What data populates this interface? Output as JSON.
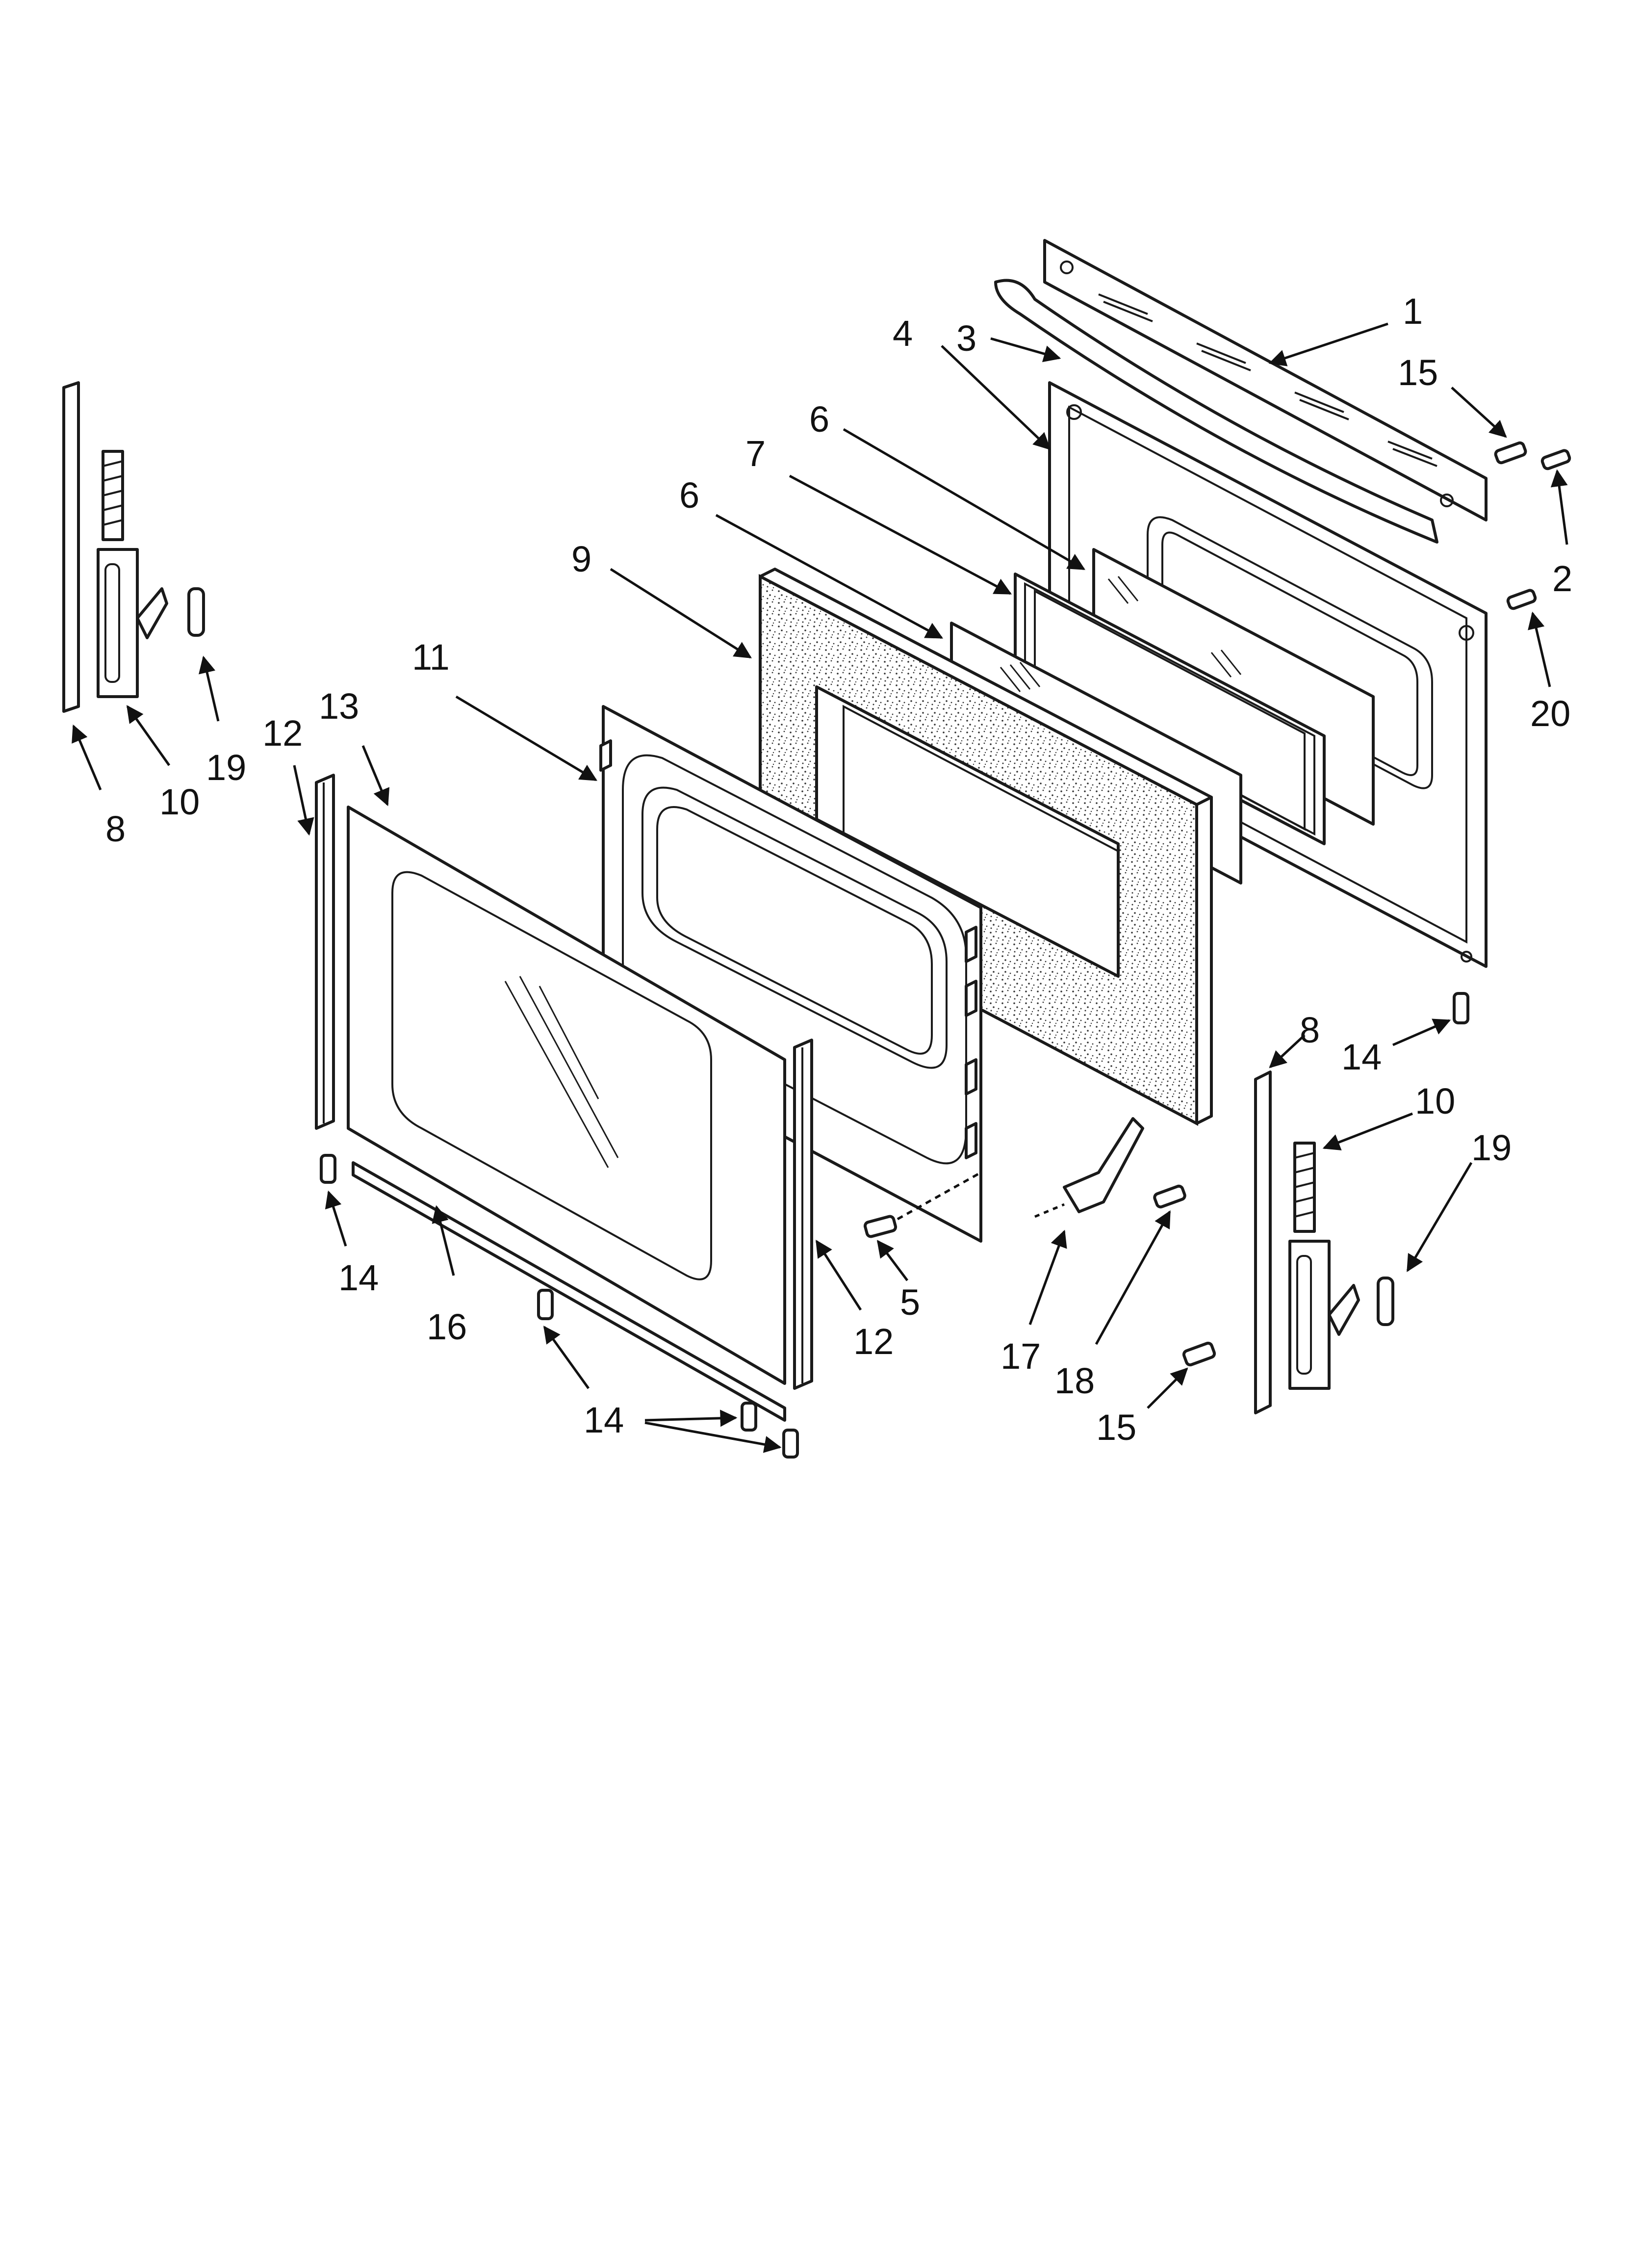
{
  "diagram": {
    "callouts": [
      {
        "id": "c1",
        "text": "1"
      },
      {
        "id": "c3",
        "text": "3"
      },
      {
        "id": "c15a",
        "text": "15"
      },
      {
        "id": "c4",
        "text": "4"
      },
      {
        "id": "c6a",
        "text": "6"
      },
      {
        "id": "c7",
        "text": "7"
      },
      {
        "id": "c6b",
        "text": "6"
      },
      {
        "id": "c2",
        "text": "2"
      },
      {
        "id": "c9",
        "text": "9"
      },
      {
        "id": "c20",
        "text": "20"
      },
      {
        "id": "c11",
        "text": "11"
      },
      {
        "id": "c13",
        "text": "13"
      },
      {
        "id": "c12a",
        "text": "12"
      },
      {
        "id": "c19a",
        "text": "19"
      },
      {
        "id": "c10a",
        "text": "10"
      },
      {
        "id": "c8a",
        "text": "8"
      },
      {
        "id": "c8b",
        "text": "8"
      },
      {
        "id": "c14a",
        "text": "14"
      },
      {
        "id": "c10b",
        "text": "10"
      },
      {
        "id": "c19b",
        "text": "19"
      },
      {
        "id": "c14b",
        "text": "14"
      },
      {
        "id": "c5",
        "text": "5"
      },
      {
        "id": "c16",
        "text": "16"
      },
      {
        "id": "c12b",
        "text": "12"
      },
      {
        "id": "c17",
        "text": "17"
      },
      {
        "id": "c18",
        "text": "18"
      },
      {
        "id": "c14c",
        "text": "14"
      },
      {
        "id": "c15b",
        "text": "15"
      }
    ]
  }
}
